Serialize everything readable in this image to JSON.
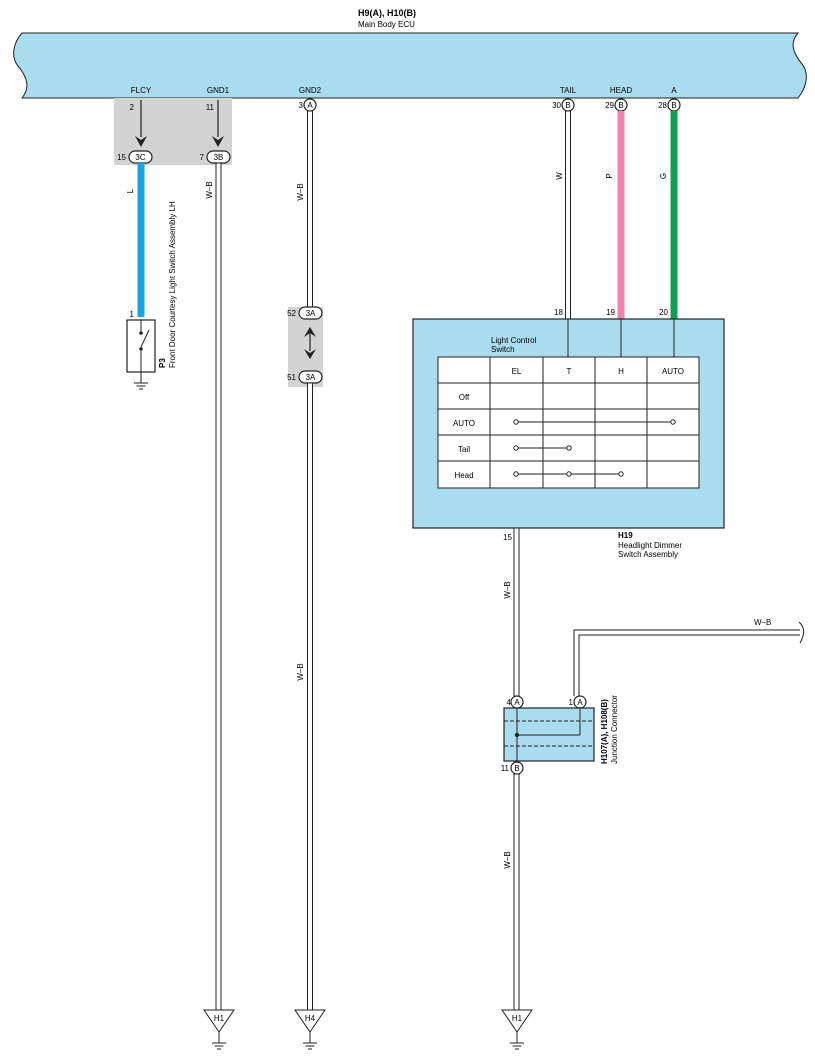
{
  "ecu": {
    "title": "H9(A), H10(B)",
    "subtitle": "Main Body ECU",
    "pins": [
      {
        "label": "FLCY",
        "num": "2"
      },
      {
        "label": "GND1",
        "num": "11"
      },
      {
        "label": "GND2",
        "num": "3",
        "tag": "A"
      },
      {
        "label": "TAIL",
        "num": "30",
        "tag": "B"
      },
      {
        "label": "HEAD",
        "num": "29",
        "tag": "B"
      },
      {
        "label": "A",
        "num": "28",
        "tag": "B"
      }
    ]
  },
  "junctions": {
    "j3c": {
      "num": "15",
      "tag": "3C"
    },
    "j3b": {
      "num": "7",
      "tag": "3B"
    },
    "j52": {
      "num": "52",
      "tag": "3A"
    },
    "j51": {
      "num": "51",
      "tag": "3A"
    }
  },
  "wires": {
    "flcy": "L",
    "gnd1": "W–B",
    "gnd2_upper": "W–B",
    "gnd2_lower": "W–B",
    "tail": "W",
    "head": "P",
    "auto": "G",
    "dimmer_out": "W–B",
    "jc_out": "W–B",
    "right_branch": "W–B"
  },
  "colors": {
    "ecu_fill": "#a9dcef",
    "connector_bg": "#d3d3d4",
    "blue_wire": "#1aa5de",
    "pink_wire": "#ee82b3",
    "green_wire": "#12a053"
  },
  "p3": {
    "code": "P3",
    "name": "Front Door Courtesy Light Switch Assembly LH",
    "pin": "1"
  },
  "dimmer": {
    "code": "H19",
    "name_line1": "Headlight Dimmer",
    "name_line2": "Switch Assembly",
    "switch_title1": "Light Control",
    "switch_title2": "Switch",
    "pins_top": [
      "18",
      "19",
      "20"
    ],
    "pin_bottom": "15",
    "columns": [
      "EL",
      "T",
      "H",
      "AUTO"
    ],
    "rows": [
      "Off",
      "AUTO",
      "Tail",
      "Head"
    ]
  },
  "junction_connector": {
    "code": "H107(A), H108(B)",
    "name": "Junction Connector",
    "pin_in": "4",
    "pin_in_tag": "A",
    "pin_branch": "1",
    "pin_branch_tag": "A",
    "pin_out": "11",
    "pin_out_tag": "B"
  },
  "grounds": [
    "H1",
    "H4",
    "H1"
  ]
}
